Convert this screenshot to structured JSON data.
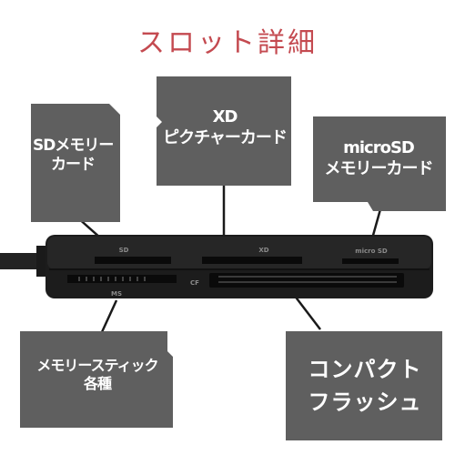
{
  "title": "スロット詳細",
  "cards": {
    "sd": {
      "line1": "SDメモリー",
      "line2": "カード"
    },
    "xd": {
      "line1": "XD",
      "line2": "ピクチャーカード"
    },
    "microsd": {
      "line1": "microSD",
      "line2": "メモリーカード"
    },
    "memory_stick": {
      "line1": "メモリースティック",
      "line2": "各種"
    },
    "compact_flash": {
      "line1": "コンパクト",
      "line2": "フラッシュ"
    }
  },
  "reader_labels": {
    "sd": "SD",
    "xd": "XD",
    "microsd": "micro SD",
    "ms": "MS",
    "cf": "CF"
  },
  "colors": {
    "title": "#c44a50",
    "card": "#5f5f5f",
    "reader": "#1c1c1c"
  }
}
